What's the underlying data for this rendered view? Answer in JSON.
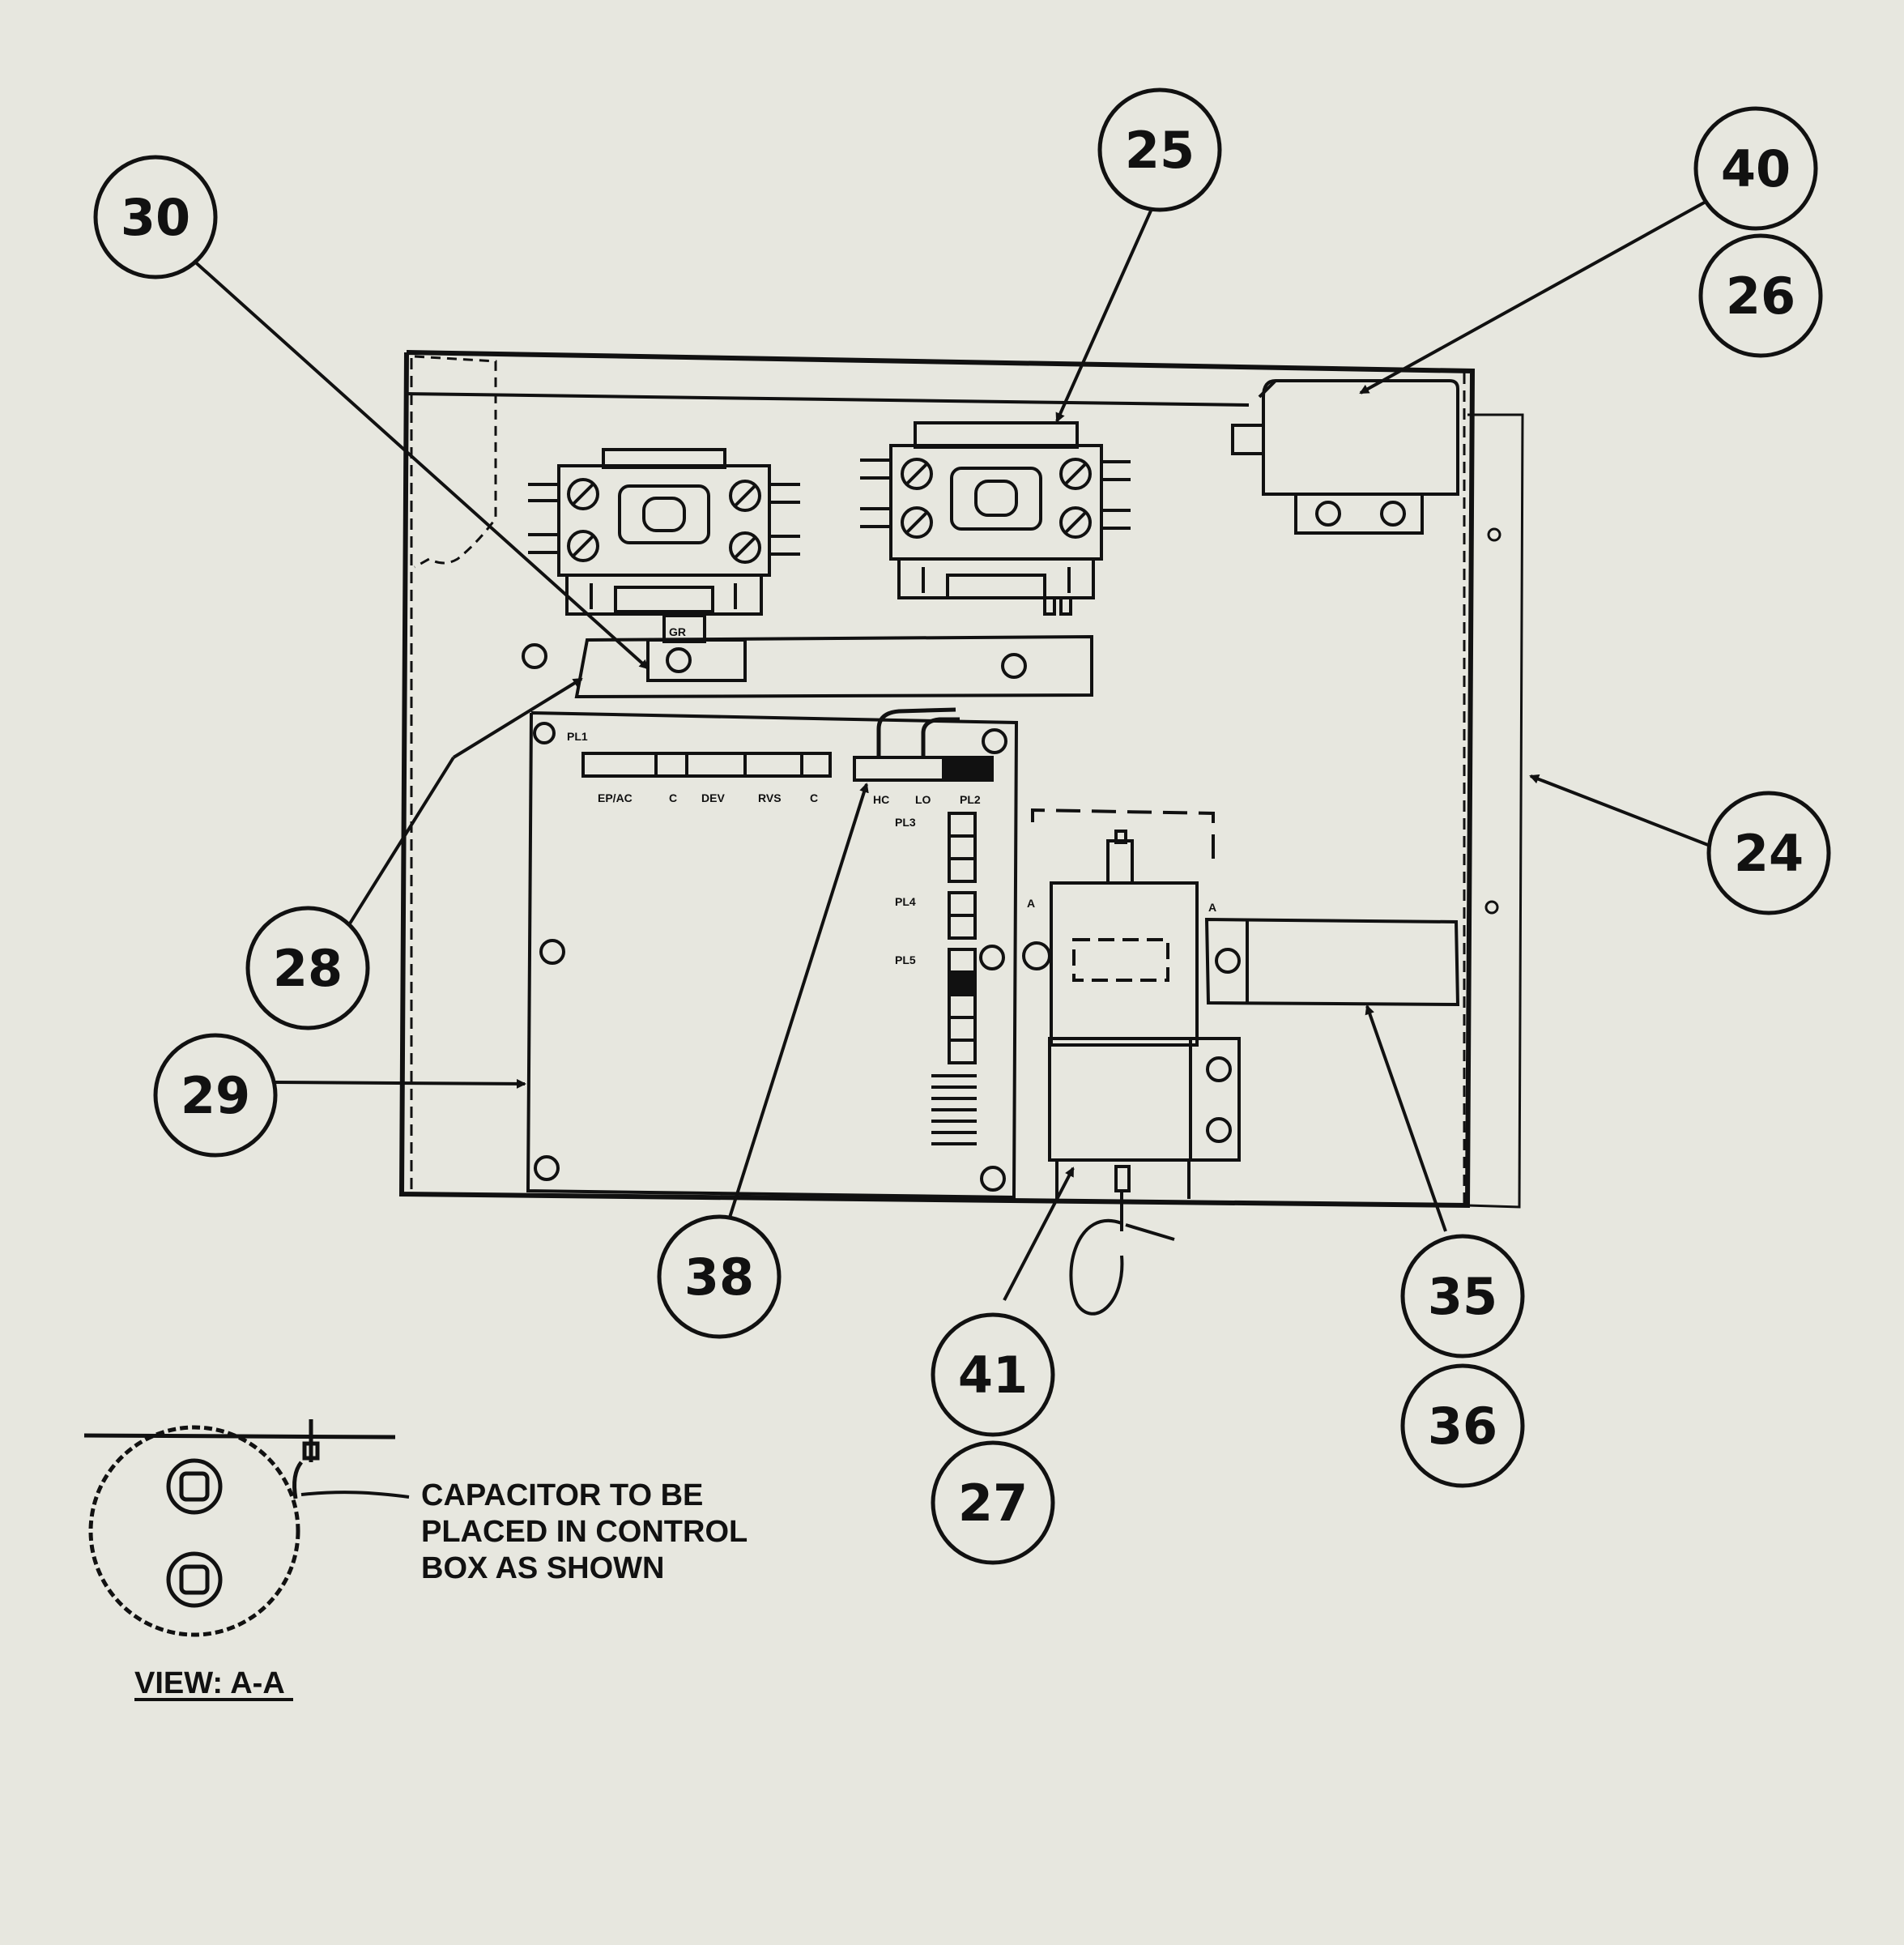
{
  "diagram": {
    "callouts": [
      {
        "id": "c30",
        "label": "30"
      },
      {
        "id": "c25",
        "label": "25"
      },
      {
        "id": "c40",
        "label": "40"
      },
      {
        "id": "c26",
        "label": "26"
      },
      {
        "id": "c24",
        "label": "24"
      },
      {
        "id": "c28",
        "label": "28"
      },
      {
        "id": "c29",
        "label": "29"
      },
      {
        "id": "c38",
        "label": "38"
      },
      {
        "id": "c41",
        "label": "41"
      },
      {
        "id": "c27",
        "label": "27"
      },
      {
        "id": "c35",
        "label": "35"
      },
      {
        "id": "c36",
        "label": "36"
      }
    ],
    "board_labels": {
      "gr": "GR",
      "pl1": "PL1",
      "pins_top": [
        "EP/AC",
        "C",
        "DEV",
        "RVS",
        "C"
      ],
      "pins_right": [
        "HC",
        "LO",
        "PL2"
      ],
      "pl3": "PL3",
      "pl4": "PL4",
      "pl5": "PL5",
      "a_left": "A",
      "a_right": "A"
    },
    "note_lines": [
      "CAPACITOR TO BE",
      "PLACED IN CONTROL",
      "BOX AS SHOWN"
    ],
    "view_label": "VIEW: A-A"
  }
}
